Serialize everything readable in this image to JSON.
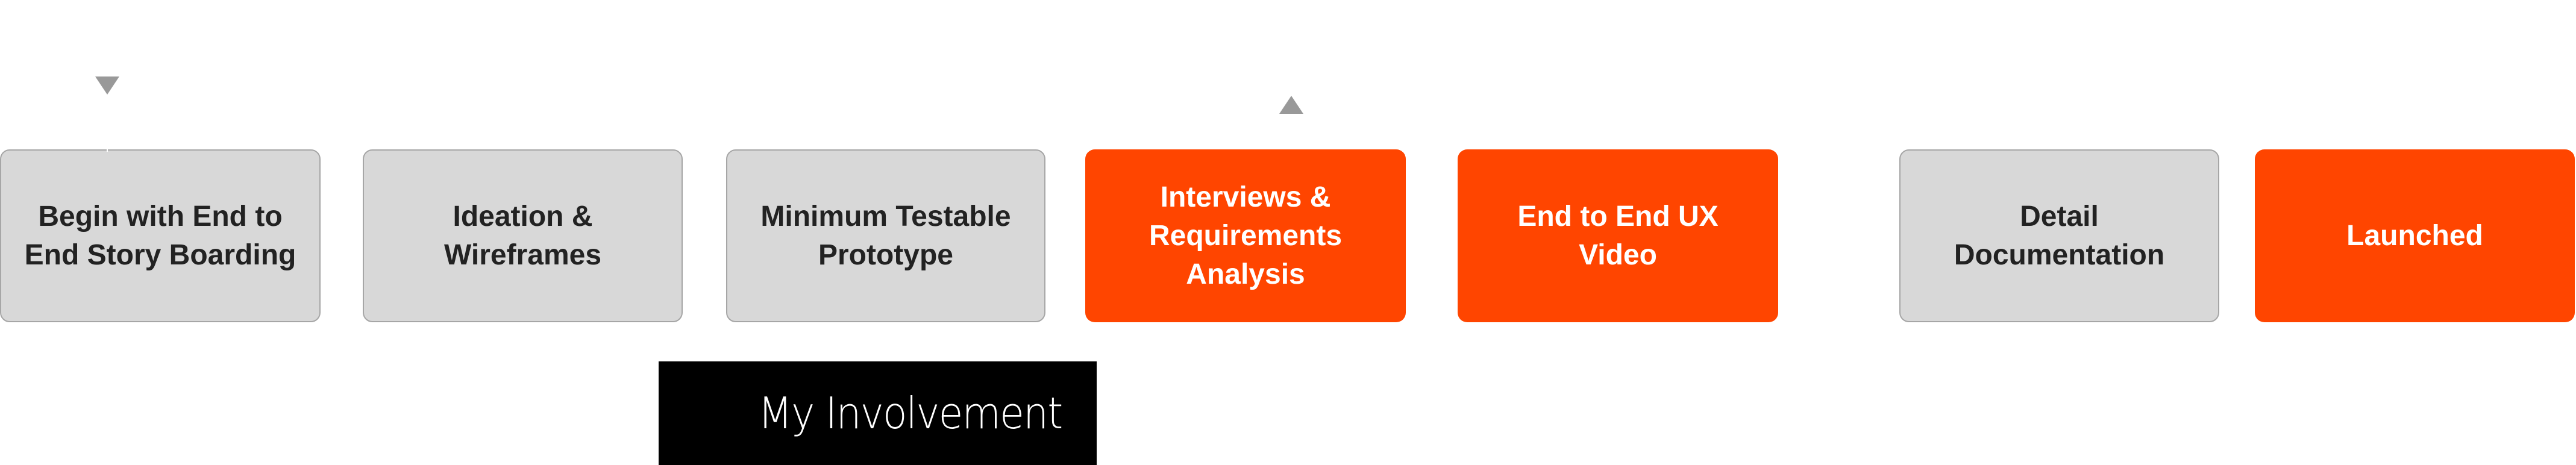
{
  "diagram": {
    "type": "process-flow",
    "colors": {
      "inactive_fill": "#d8d8d8",
      "inactive_border": "#a6a6a6",
      "inactive_text": "#222222",
      "active_fill": "#ff4500",
      "active_text": "#ffffff",
      "marker": "#999999",
      "involvement_fill": "#000000",
      "involvement_text": "#ffffff"
    },
    "steps": [
      {
        "label": "Begin with End to\nEnd Story Boarding",
        "state": "inactive"
      },
      {
        "label": "Ideation &\nWireframes",
        "state": "inactive"
      },
      {
        "label": "Minimum Testable\nPrototype",
        "state": "inactive"
      },
      {
        "label": "Interviews &\nRequirements\nAnalysis",
        "state": "active"
      },
      {
        "label": "End to End UX\nVideo",
        "state": "active"
      },
      {
        "label": "Detail\nDocumentation",
        "state": "inactive"
      },
      {
        "label": "Launched",
        "state": "active"
      }
    ],
    "markers": [
      {
        "icon": "triangle-down-icon",
        "near_step": 1
      },
      {
        "icon": "triangle-up-icon",
        "near_step": 4
      }
    ],
    "involvement": {
      "label": "My Involvement"
    }
  }
}
